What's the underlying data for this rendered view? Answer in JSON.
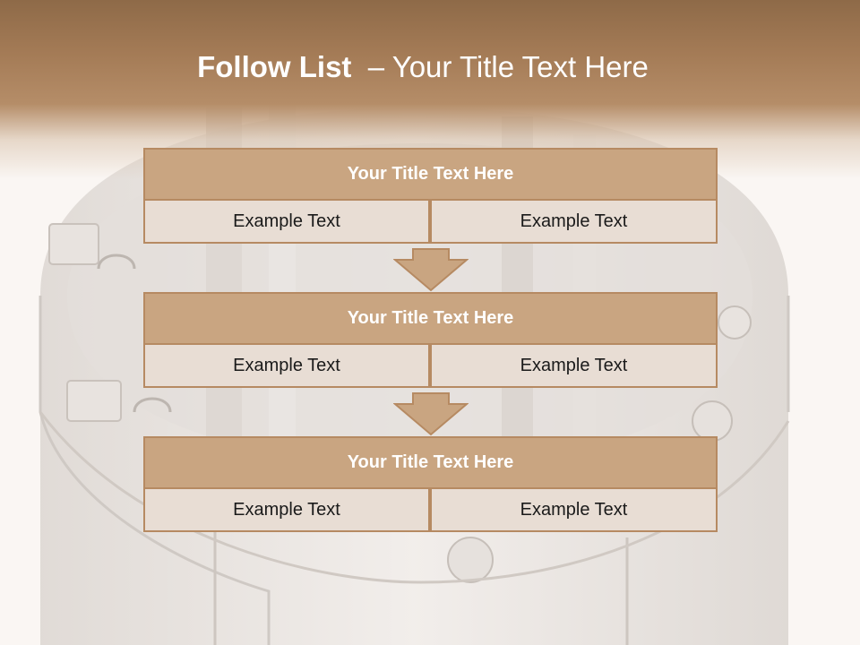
{
  "slide": {
    "title_bold": "Follow List",
    "title_rest": "– Your Title Text Here"
  },
  "steps": [
    {
      "title": "Your Title Text Here",
      "left": "Example Text",
      "right": "Example Text"
    },
    {
      "title": "Your Title Text Here",
      "left": "Example Text",
      "right": "Example Text"
    },
    {
      "title": "Your Title Text Here",
      "left": "Example Text",
      "right": "Example Text"
    }
  ],
  "colors": {
    "header_brown": "#a47b56",
    "title_fill": "#c9a581",
    "cell_fill": "#e8ddd4",
    "border": "#b68a62",
    "arrow_fill": "#c9a581"
  },
  "background_graphic": "puzzle-cylinder"
}
